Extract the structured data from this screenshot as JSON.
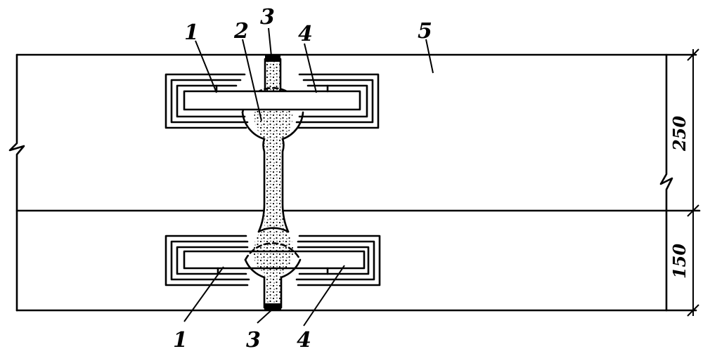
{
  "diagram": {
    "callouts": {
      "top_1": "1",
      "top_2": "2",
      "top_3": "3",
      "top_4": "4",
      "top_5": "5",
      "bottom_1": "1",
      "bottom_3": "3",
      "bottom_4": "4"
    },
    "dimensions": {
      "upper_height": "250",
      "lower_height": "150"
    }
  }
}
